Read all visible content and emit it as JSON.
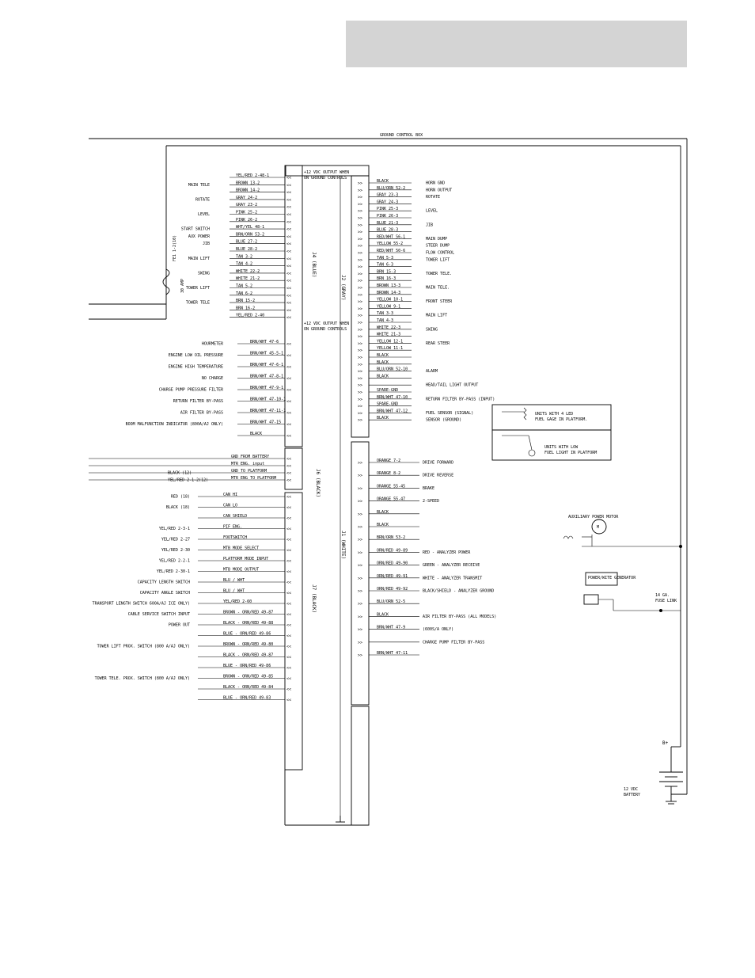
{
  "title": "GROUND CONTROL BOX",
  "connectors": {
    "j4": "J4 (BLUE)",
    "j2": "J2 (GRAY)",
    "j6": "J6 (BLACK)",
    "j1": "J1 (WHITE)",
    "j7": "J7 (BLACK)"
  },
  "notes": {
    "out_ground_a": "+12 VDC OUTPUT WHEN",
    "out_ground_b": "ON GROUND CONTROLS",
    "fuse": "30 AMP",
    "fuse_id": "FE1 1-2(10)",
    "fuse_link_a": "14 GA.",
    "fuse_link_b": "FUSE LINK",
    "battery_a": "12 VDC",
    "battery_b": "BATTERY",
    "battery_pos": "B+",
    "gen": "POWER/WITE GENERATOR",
    "aux_motor": "AUXILIARY POWER MOTOR",
    "units4_a": "UNITS WITH 4 LED",
    "units4_b": "FUEL GAGE IN PLATFORM.",
    "unitsl_a": "UNITS WITH LOW",
    "unitsl_b": "FUEL LIGHT IN PLATFORM"
  },
  "j4_left": [
    {
      "wire": "YEL/RED 2-48-1",
      "label": ""
    },
    {
      "wire": "BROWN 13-2",
      "label": "MAIN TELE"
    },
    {
      "wire": "BROWN 14-2",
      "label": ""
    },
    {
      "wire": "GRAY 24-2",
      "label": "ROTATE"
    },
    {
      "wire": "GRAY 23-2",
      "label": ""
    },
    {
      "wire": "PINK 25-2",
      "label": "LEVEL"
    },
    {
      "wire": "PINK 26-2",
      "label": ""
    },
    {
      "wire": "WHT/YEL 48-1",
      "label": "START SWITCH"
    },
    {
      "wire": "BRN/ORN 53-2",
      "label": "AUX POWER"
    },
    {
      "wire": "BLUE 27-2",
      "label": "JIB"
    },
    {
      "wire": "BLUE 28-2",
      "label": ""
    },
    {
      "wire": "TAN 3-2",
      "label": "MAIN LIFT"
    },
    {
      "wire": "TAN 4-2",
      "label": ""
    },
    {
      "wire": "WHITE 22-2",
      "label": "SWING"
    },
    {
      "wire": "WHITE 21-2",
      "label": ""
    },
    {
      "wire": "TAN 5-2",
      "label": "TOWER LIFT"
    },
    {
      "wire": "TAN 6-2",
      "label": ""
    },
    {
      "wire": "BRN 15-2",
      "label": "TOWER TELE"
    },
    {
      "wire": "BRN 16-2",
      "label": ""
    },
    {
      "wire": "YEL/RED 2-40",
      "label": ""
    }
  ],
  "j4_lower": [
    {
      "wire": "BRN/WHT 47-6",
      "label": "HOURMETER"
    },
    {
      "wire": "BRN/WHT 45-5-1",
      "label": "ENGINE LOW OIL PRESSURE"
    },
    {
      "wire": "BRN/WHT 47-6-1",
      "label": "ENGINE HIGH TEMPERATURE"
    },
    {
      "wire": "BRN/WHT 47-8-1",
      "label": "NO CHARGE"
    },
    {
      "wire": "BRN/WHT 47-9-1",
      "label": "CHARGE PUMP PRESSURE FILTER"
    },
    {
      "wire": "BRN/WHT 47-10-1",
      "label": "RETURN FILTER BY-PASS"
    },
    {
      "wire": "BRN/WHT 47-11-1",
      "label": "AIR FILTER BY-PASS"
    },
    {
      "wire": "BRN/WHT 47-15",
      "label": "BOOM MALFUNCTION INDICATOR (800A/AJ ONLY)"
    },
    {
      "wire": "BLACK",
      "label": ""
    }
  ],
  "j6": [
    {
      "wire": "GND FROM BATTERY",
      "label": ""
    },
    {
      "wire": "MTR ENG. input",
      "label": ""
    },
    {
      "wire": "GND TO PLATFORM",
      "label": "BLACK (12)"
    },
    {
      "wire": "MTR ENG TO PLATFORM",
      "label": "YEL/RED 2-1-2(12)"
    }
  ],
  "j7": [
    {
      "wire": "CAN HI",
      "label": "RED (18)"
    },
    {
      "wire": "CAN LO",
      "label": "BLACK (18)"
    },
    {
      "wire": "CAN SHIELD",
      "label": ""
    },
    {
      "wire": "PIF ENG.",
      "label": "YEL/RED 2-3-1"
    },
    {
      "wire": "FOOTSWITCH",
      "label": "YEL/RED 2-27"
    },
    {
      "wire": "MTB MODE SELECT",
      "label": "YEL/RED 2-30"
    },
    {
      "wire": "PLATFORM MODE INPUT",
      "label": "YEL/RED 2-2-1"
    },
    {
      "wire": "MTB MODE OUTPUT",
      "label": "YEL/RED 2-30-1"
    },
    {
      "wire": "BLU / WHT",
      "label": "CAPACITY LENGTH SWITCH"
    },
    {
      "wire": "BLU / WHT",
      "label": "CAPACITY ANGLE SWITCH"
    },
    {
      "wire": "YEL/RED 2-60",
      "label": "TRANSPORT LENGTH SWITCH 600A/AJ ICE ONLY)"
    },
    {
      "wire": "BROWN - ORN/RED 49-87",
      "label": "CABLE SERVICE SWITCH INPUT"
    },
    {
      "wire": "BLACK - ORN/RED 49-88",
      "label": "POWER OUT"
    },
    {
      "wire": "BLUE - ORN/RED 49-86",
      "label": ""
    },
    {
      "wire": "BROWN - ORN/RED 49-80",
      "label": "TOWER LIFT PROX. SWITCH (800 A/AJ ONLY)"
    },
    {
      "wire": "BLACK - ORN/RED 49-87",
      "label": ""
    },
    {
      "wire": "BLUE - ORN/RED 49-86",
      "label": ""
    },
    {
      "wire": "BROWN - ORN/RED 49-85",
      "label": "TOWER TELE. PROX. SWITCH (800 A/AJ ONLY)"
    },
    {
      "wire": "BLACK - ORN/RED 49-84",
      "label": ""
    },
    {
      "wire": "BLUE - ORN/RED 49-83",
      "label": ""
    }
  ],
  "j2": [
    {
      "wire": "BLACK",
      "label": "HORN GND"
    },
    {
      "wire": "BLU/ORN 52-2",
      "label": "HORN OUTPUT"
    },
    {
      "wire": "GRAY 23-3",
      "label": "ROTATE"
    },
    {
      "wire": "GRAY 24-3",
      "label": ""
    },
    {
      "wire": "PINK 25-3",
      "label": "LEVEL"
    },
    {
      "wire": "PINK 26-3",
      "label": ""
    },
    {
      "wire": "BLUE 21-3",
      "label": "JIB"
    },
    {
      "wire": "BLUE 28-3",
      "label": ""
    },
    {
      "wire": "RED/WHT 56-1",
      "label": "MAIN DUMP"
    },
    {
      "wire": "YELLOW 55-2",
      "label": "STEER DUMP"
    },
    {
      "wire": "RED/WHT 50-6",
      "label": "FLOW CONTROL"
    },
    {
      "wire": "TAN 5-3",
      "label": "TOWER LIFT"
    },
    {
      "wire": "TAN 6-3",
      "label": ""
    },
    {
      "wire": "BRN 15-3",
      "label": "TOWER TELE."
    },
    {
      "wire": "BRN 16-3",
      "label": ""
    },
    {
      "wire": "BROWN 13-3",
      "label": "MAIN TELE."
    },
    {
      "wire": "BROWN 14-3",
      "label": ""
    },
    {
      "wire": "YELLOW 10-1",
      "label": "FRONT STEER"
    },
    {
      "wire": "YELLOW 9-1",
      "label": ""
    },
    {
      "wire": "TAN 3-3",
      "label": "MAIN LIFT"
    },
    {
      "wire": "TAN 4-3",
      "label": ""
    },
    {
      "wire": "WHITE 22-3",
      "label": "SWING"
    },
    {
      "wire": "WHITE 21-3",
      "label": ""
    },
    {
      "wire": "YELLOW 12-1",
      "label": "REAR STEER"
    },
    {
      "wire": "YELLOW 11-1",
      "label": ""
    },
    {
      "wire": "BLACK",
      "label": ""
    },
    {
      "wire": "BLACK",
      "label": ""
    },
    {
      "wire": "BLU/ORN 52-10",
      "label": "ALARM"
    },
    {
      "wire": "BLACK",
      "label": ""
    },
    {
      "wire": "",
      "label": "HEAD/TAIL LIGHT OUTPUT"
    },
    {
      "wire": "SPARE-GND",
      "label": ""
    },
    {
      "wire": "BRN/WHT 47-10",
      "label": "RETURN FILTER BY-PASS (INPUT)"
    },
    {
      "wire": "SPARE-GND",
      "label": ""
    },
    {
      "wire": "BRN/WHT 47-12",
      "label": "FUEL SENSOR (SIGNAL)"
    },
    {
      "wire": "BLACK",
      "label": "SENSOR (GROUND)"
    }
  ],
  "j1": [
    {
      "wire": "ORANGE 7-2",
      "label": "DRIVE FORWARD"
    },
    {
      "wire": "ORANGE 8-2",
      "label": "DRIVE REVERSE"
    },
    {
      "wire": "ORANGE 55-45",
      "label": "BRAKE"
    },
    {
      "wire": "ORANGE 55-47",
      "label": "2-SPEED"
    },
    {
      "wire": "BLACK",
      "label": ""
    },
    {
      "wire": "BLACK",
      "label": ""
    },
    {
      "wire": "BRN/ORN 53-2",
      "label": ""
    },
    {
      "wire": "ORN/RED 49-89",
      "label": "RED - ANALYZER POWER"
    },
    {
      "wire": "ORN/RED 49-90",
      "label": "GREEN - ANALYZER RECEIVE"
    },
    {
      "wire": "ORN/RED 49-91",
      "label": "WHITE - ANALYZER TRANSMIT"
    },
    {
      "wire": "ORN/RED 49-92",
      "label": "BLACK/SHIELD - ANALYZER GROUND"
    },
    {
      "wire": "BLU/ORN 52-5",
      "label": ""
    },
    {
      "wire": "BLACK",
      "label": "AIR FILTER BY-PASS (ALL MODELS)"
    },
    {
      "wire": "BRN/WHT 47-9",
      "label": "(600S/A ONLY)"
    },
    {
      "wire": "",
      "label": "CHARGE PUMP FILTER BY-PASS"
    },
    {
      "wire": "BRN/WHT 47-11",
      "label": ""
    }
  ]
}
